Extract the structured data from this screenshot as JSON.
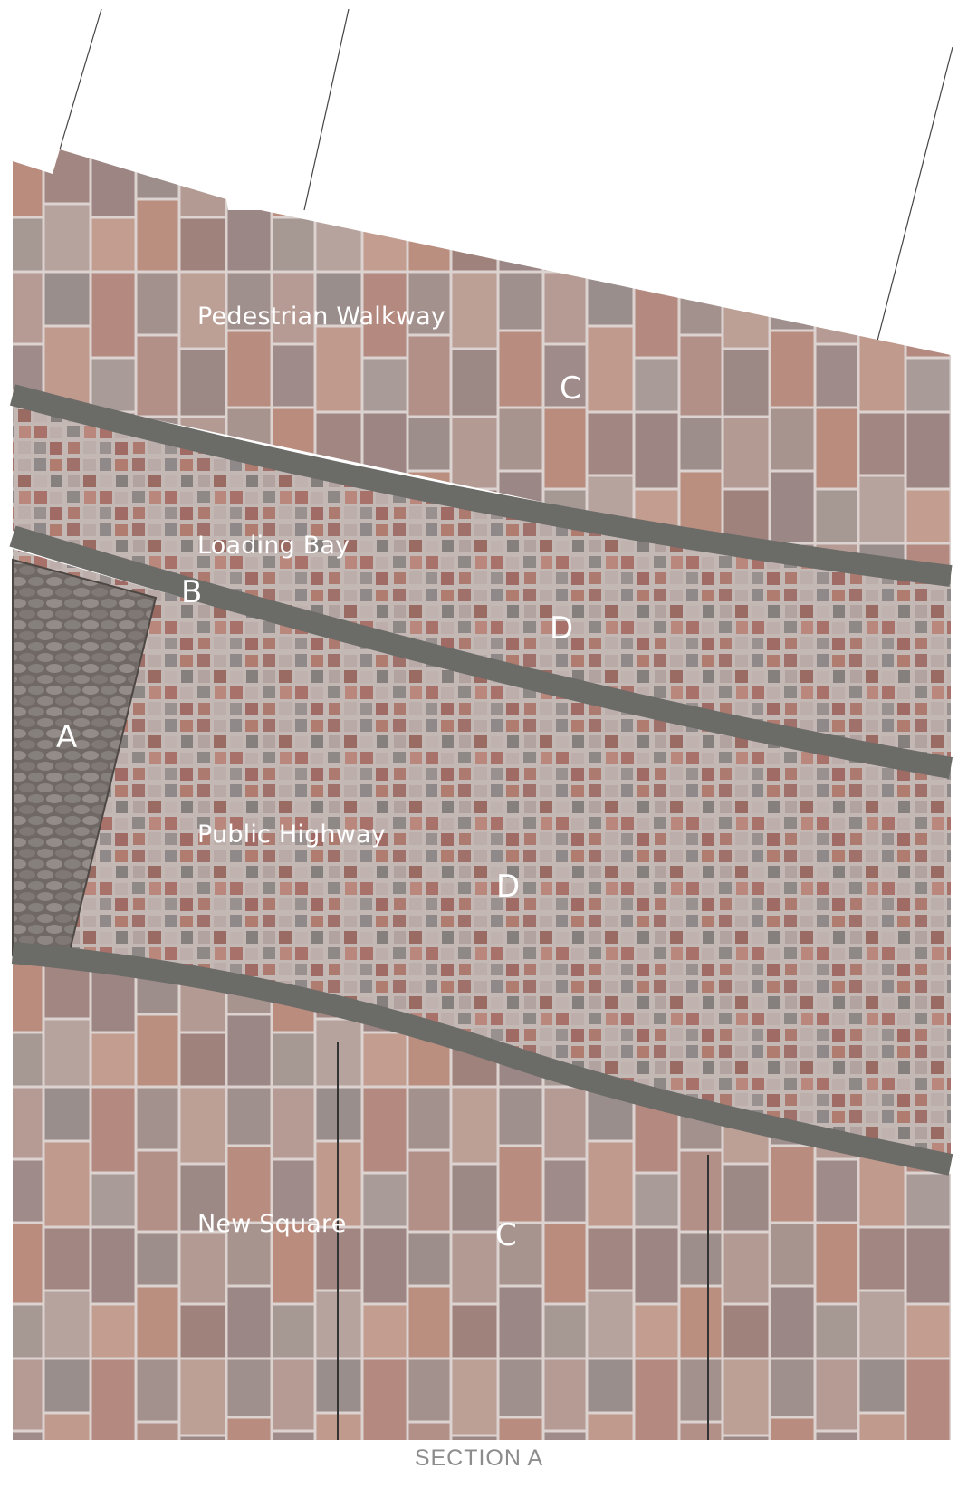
{
  "drawing": {
    "title": "SECTION A",
    "zones": {
      "pedestrian_walkway": "Pedestrian Walkway",
      "loading_bay": "Loading Bay",
      "public_highway": "Public Highway",
      "new_square": "New Square"
    },
    "material_keys": {
      "a": "A",
      "b": "B",
      "c_walkway": "C",
      "d_loading": "D",
      "d_highway": "D",
      "c_square": "C"
    }
  },
  "colors": {
    "background": "#ffffff",
    "flag_paving_base": "#a78c88",
    "sett_paving_base": "#b8a9a6",
    "cobble_base": "#7d7571",
    "kerb": "#6b6b68",
    "joint": "#d9cfcc",
    "label_text": "#ffffff",
    "title_text": "#8c8c8c",
    "boundary_line": "#444444"
  }
}
